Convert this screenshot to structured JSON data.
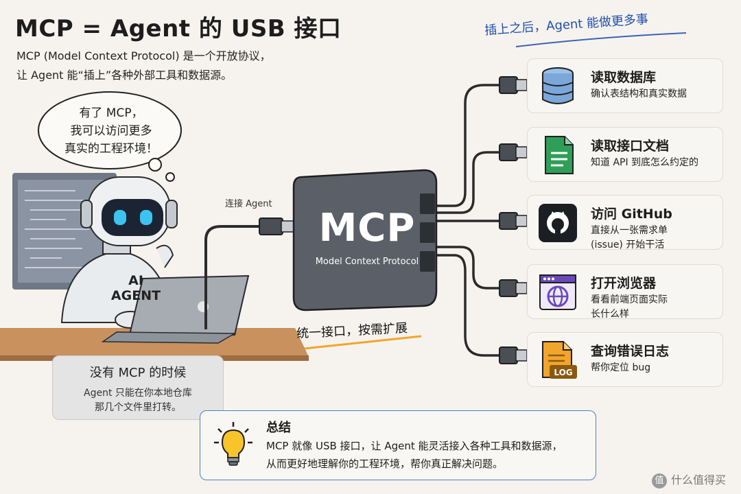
{
  "header": {
    "title": "MCP = Agent 的 USB 接口",
    "intro_lines": [
      "MCP (Model Context Protocol) 是一个开放协议，",
      "让 Agent 能“插上”各种外部工具和数据源。"
    ]
  },
  "top_note": "插上之后，Agent 能做更多事",
  "thought_bubble": [
    "有了 MCP，",
    "我可以访问更多",
    "真实的工程环境！"
  ],
  "robot_shirt": [
    "AI",
    "AGENT"
  ],
  "connect_label": "连接 Agent",
  "hub": {
    "name": "MCP",
    "subtitle": "Model Context Protocol"
  },
  "unified_label": "统一接口，按需扩展",
  "no_mcp": {
    "title": "没有 MCP 的时候",
    "lines": [
      "Agent 只能在你本地仓库",
      "那几个文件里打转。"
    ]
  },
  "tools": [
    {
      "icon": "database-icon",
      "title": "读取数据库",
      "desc": [
        "确认表结构和真实数据"
      ]
    },
    {
      "icon": "document-icon",
      "title": "读取接口文档",
      "desc": [
        "知道 API 到底怎么约定的"
      ]
    },
    {
      "icon": "github-icon",
      "title": "访问 GitHub",
      "desc": [
        "直接从一张需求单",
        "(issue) 开始干活"
      ]
    },
    {
      "icon": "browser-globe-icon",
      "title": "打开浏览器",
      "desc": [
        "看看前端页面实际",
        "长什么样"
      ]
    },
    {
      "icon": "log-file-icon",
      "title": "查询错误日志",
      "desc": [
        "帮你定位 bug"
      ],
      "icon_badge": "LOG"
    }
  ],
  "summary": {
    "icon": "lightbulb-icon",
    "title": "总结",
    "lines": [
      "MCP 就像 USB 接口，让 Agent 能灵活接入各种工具和数据源，",
      "从而更好地理解你的工程环境，帮你真正解决问题。"
    ]
  },
  "watermark": {
    "logo": "值",
    "text": "什么值得买"
  },
  "colors": {
    "background": "#f6f3ee",
    "accent_blue": "#1f4fb0",
    "hub_body": "#5b5f68",
    "database_blue": "#7ba7d9",
    "doc_green": "#2f9e57",
    "github_dark": "#1b1f24",
    "browser_purple": "#6b49b8",
    "log_orange": "#f2a52b",
    "summary_border": "#4f7fc4",
    "bulb_yellow": "#f7c42a"
  }
}
